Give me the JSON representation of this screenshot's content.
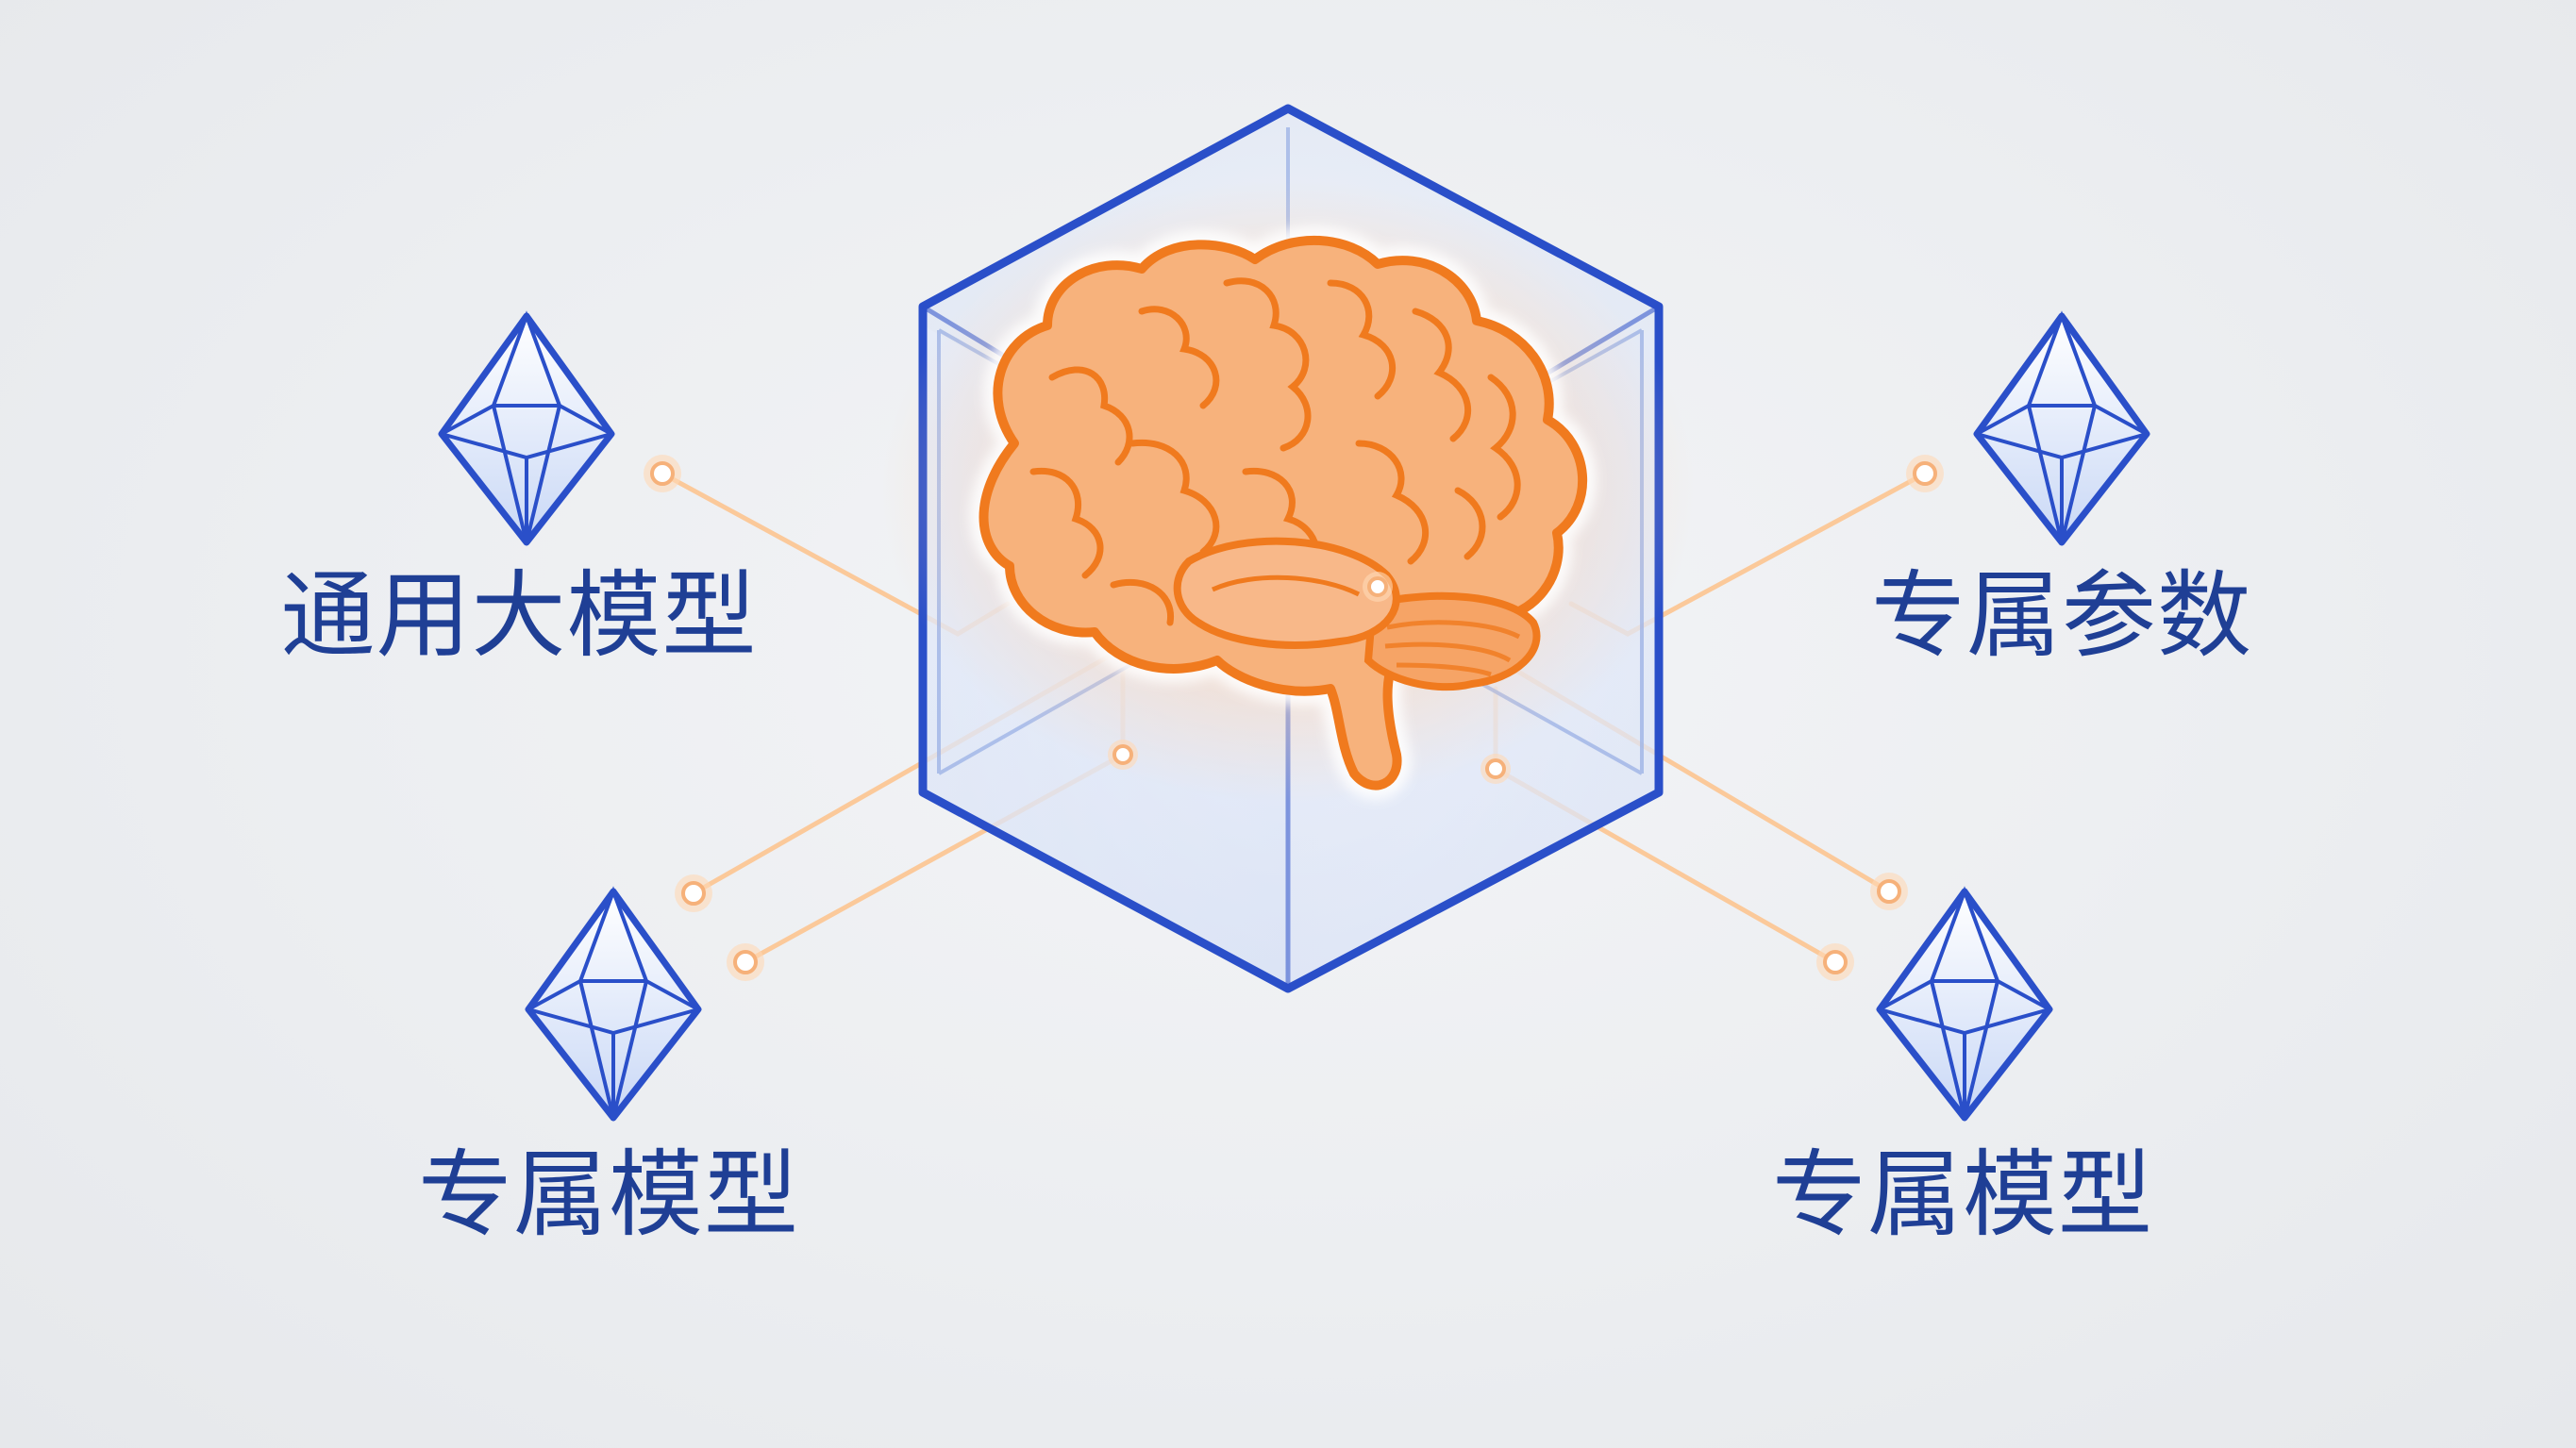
{
  "colors": {
    "background": "#eceef1",
    "cube_edge": "#2a4fc9",
    "brain_outline": "#f07a1e",
    "brain_fill": "#f7b27c",
    "connector_line": "#fbc99a",
    "label_text": "#1f3f95"
  },
  "center": {
    "icon": "brain-in-cube-icon"
  },
  "nodes": [
    {
      "id": "top-left",
      "label": "通用大模型",
      "icon": "crystal-icon"
    },
    {
      "id": "top-right",
      "label": "专属参数",
      "icon": "crystal-icon"
    },
    {
      "id": "bottom-left",
      "label": "专属模型",
      "icon": "crystal-icon"
    },
    {
      "id": "bottom-right",
      "label": "专属模型",
      "icon": "crystal-icon"
    }
  ]
}
